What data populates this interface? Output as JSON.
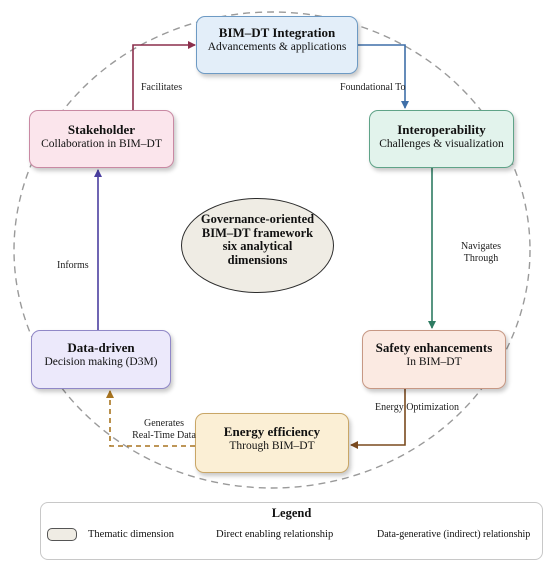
{
  "nodes": {
    "integration": {
      "title": "BIM–DT Integration",
      "subtitle": "Advancements & applications"
    },
    "interoperability": {
      "title": "Interoperability",
      "subtitle": "Challenges & visualization"
    },
    "safety": {
      "title": "Safety enhancements",
      "subtitle": "In BIM–DT"
    },
    "energy": {
      "title": "Energy efficiency",
      "subtitle": "Through BIM–DT"
    },
    "data_driven": {
      "title": "Data-driven",
      "subtitle": "Decision making (D3M)"
    },
    "stakeholder": {
      "title": "Stakeholder",
      "subtitle": "Collaboration in BIM–DT"
    }
  },
  "center": {
    "line1": "Governance-oriented",
    "line2": "BIM–DT framework",
    "line3": "six analytical",
    "line4": "dimensions"
  },
  "edges": {
    "stakeholder_to_integration": "Facilitates",
    "integration_to_interop": "Foundational To",
    "interop_to_safety_line1": "Navigates",
    "interop_to_safety_line2": "Through",
    "safety_to_energy": "Energy Optimization",
    "energy_to_data_line1": "Generates",
    "energy_to_data_line2": "Real-Time Data",
    "data_to_stakeholder": "Informs"
  },
  "legend": {
    "title": "Legend",
    "thematic": "Thematic dimension",
    "direct": "Direct enabling relationship",
    "indirect": "Data-generative (indirect) relationship"
  },
  "colors": {
    "integration_arrow": "#3f6fa8",
    "interop_arrow": "#2e7b62",
    "safety_arrow": "#7a4a1e",
    "energy_arrow": "#a87420",
    "data_arrow": "#4b3fa0",
    "stakeholder_arrow": "#8c2f4c"
  }
}
